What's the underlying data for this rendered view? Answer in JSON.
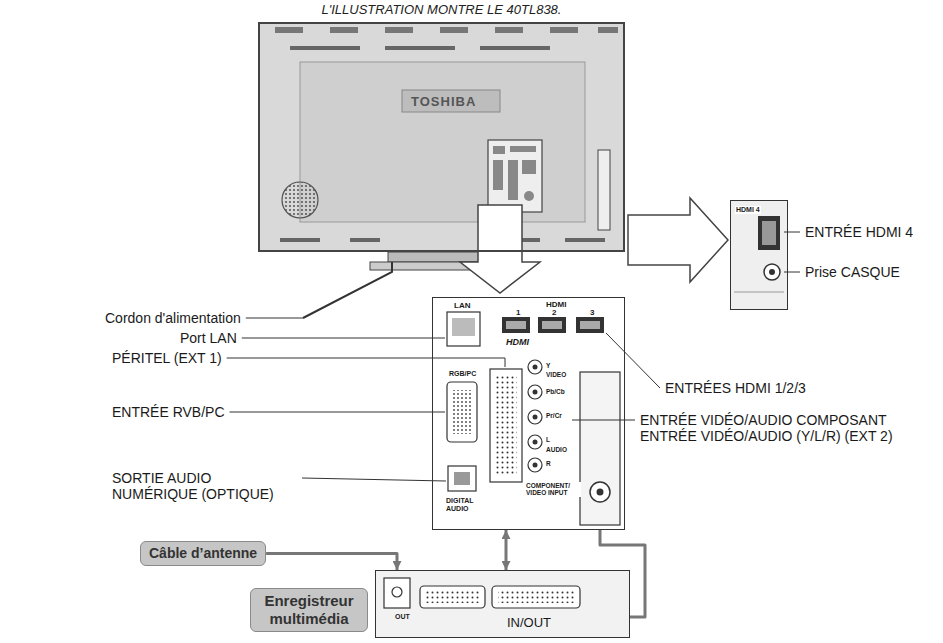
{
  "diagram": {
    "title": "L'ILLUSTRATION MONTRE LE 40TL838.",
    "nodes": [
      {
        "text": [
          "TOSHIBA"
        ]
      },
      {
        "text": [
          "HDMI 4"
        ]
      },
      {
        "text": [
          "LAN",
          "HDMI",
          "1",
          "2",
          "3",
          "RGB/PC",
          "DIGITAL AUDIO",
          "Y",
          "VIDEO",
          "Pb/Cb",
          "Pr/Cr",
          "L",
          "AUDIO",
          "R",
          "COMPONENT/ VIDEO INPUT",
          "HDMI"
        ]
      },
      {
        "text": [
          "Câble d’antenne"
        ]
      },
      {
        "text": [
          "Enregistreur multimédia"
        ]
      },
      {
        "text": [
          "OUT",
          "IN/OUT"
        ]
      }
    ],
    "edges": [
      {
        "from": 3,
        "to": 5,
        "arrow": "to"
      },
      {
        "from": 2,
        "to": 5,
        "arrow": "both"
      },
      {
        "from": 5,
        "to": 2,
        "arrow": "none"
      }
    ],
    "labels": [
      "ENTRÉE HDMI 4",
      "Prise CASQUE",
      "Cordon d'alimentation",
      "Port LAN",
      "PÉRITEL (EXT 1)",
      "ENTRÉE RVB/PC",
      "SORTIE AUDIO NUMÉRIQUE (OPTIQUE)",
      "ENTRÉES HDMI 1/2/3",
      "ENTRÉE VIDÉO/AUDIO COMPOSANT ENTRÉE VIDÉO/AUDIO (Y/L/R) (EXT 2)"
    ]
  }
}
